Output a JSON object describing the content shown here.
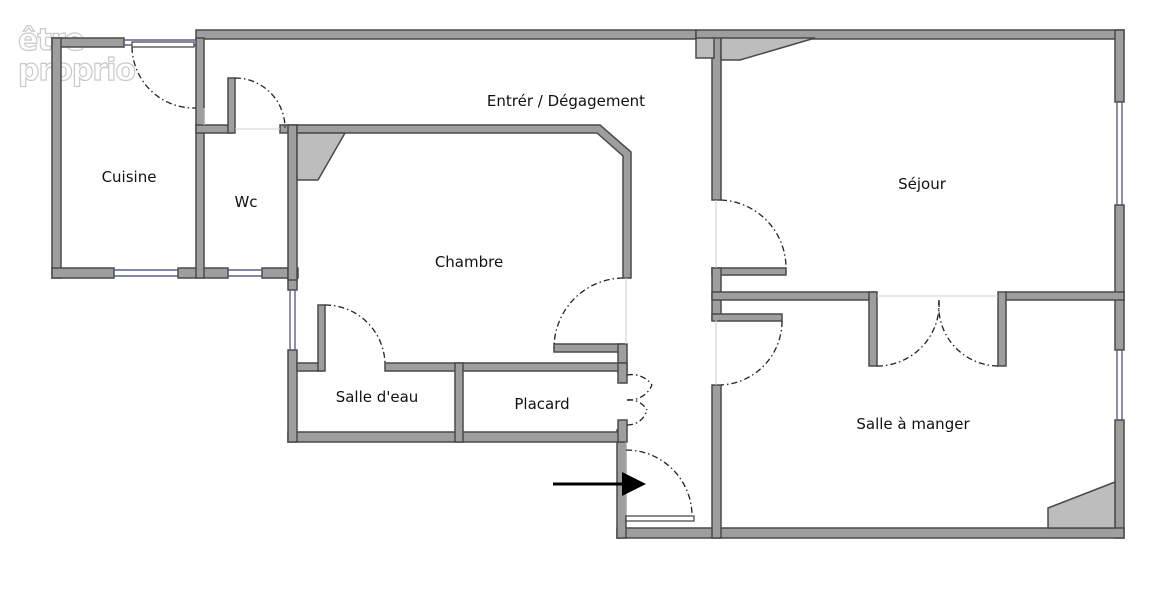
{
  "brand": {
    "logo_line1": "être",
    "logo_line2": "proprio"
  },
  "rooms": {
    "kitchen": "Cuisine",
    "wc": "Wc",
    "hall": "Entrér / Dégagement",
    "bedroom": "Chambre",
    "shower_room": "Salle d'eau",
    "closet": "Placard",
    "living_room": "Séjour",
    "dining_room": "Salle à manger"
  },
  "colors": {
    "wall_fill": "#9e9e9e",
    "wall_stroke": "#4a4a4a",
    "window": "#5a5f8c",
    "entry_arrow": "#000000"
  }
}
